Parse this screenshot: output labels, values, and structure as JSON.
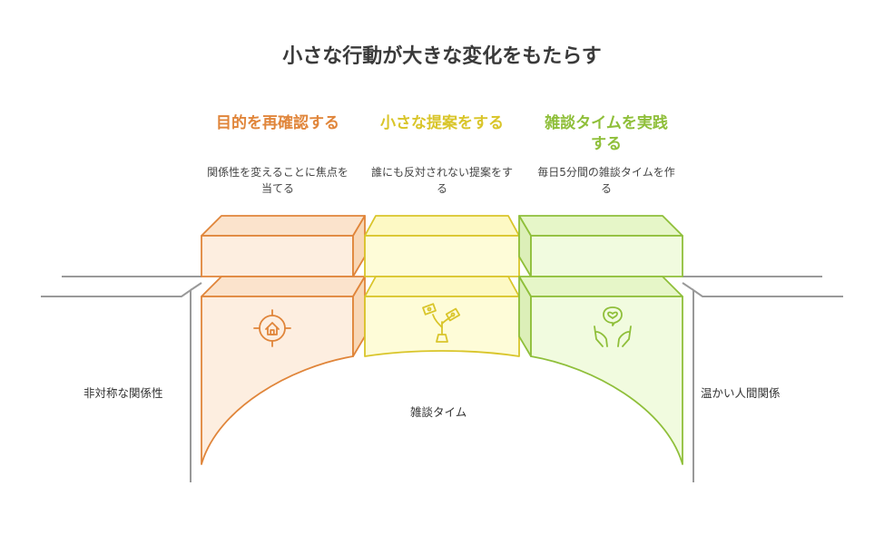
{
  "title": "小さな行動が大きな変化をもたらす",
  "colors": {
    "orange": "#e0853a",
    "yellow": "#d9c52a",
    "green": "#8fbf3a",
    "orange_fill": "#fdeee0",
    "yellow_fill": "#fefcd8",
    "green_fill": "#f1fbdf",
    "road": "#999999"
  },
  "pillars": [
    {
      "title": "目的を再確認する",
      "description": "関係性を変えることに焦点を当てる",
      "icon": "target-house-icon"
    },
    {
      "title": "小さな提案をする",
      "description": "誰にも反対されない提案をする",
      "icon": "money-plant-icon"
    },
    {
      "title": "雑談タイムを実践する",
      "description": "毎日5分間の雑談タイムを作る",
      "icon": "heart-hands-icon"
    }
  ],
  "left_label": "非対称な関係性",
  "right_label": "温かい人間関係",
  "center_label": "雑談タイム"
}
